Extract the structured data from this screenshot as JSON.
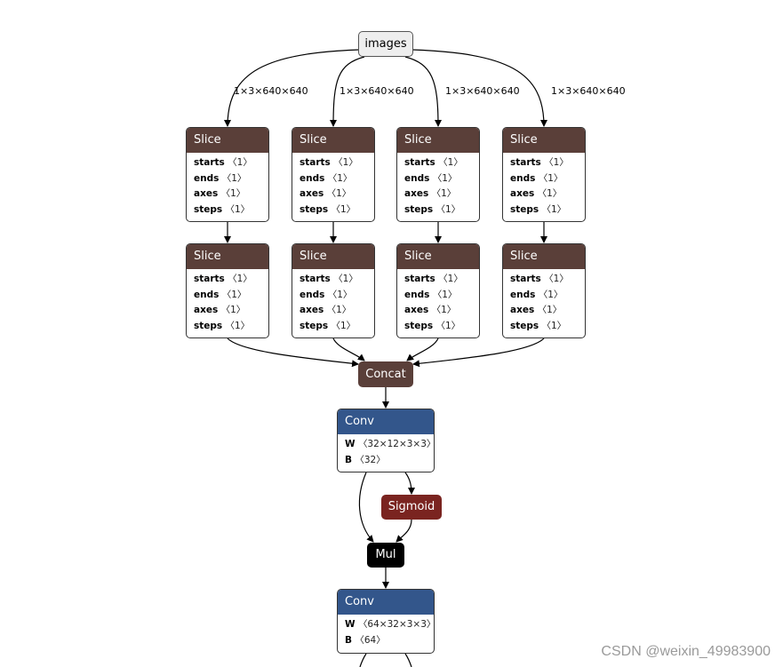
{
  "colors": {
    "slice_header": "#5a3f39",
    "concat": "#5a3f39",
    "conv_header": "#33568b",
    "sigmoid": "#7a2420",
    "mul": "#000000",
    "input_fill": "#eeeeee"
  },
  "input": {
    "label": "images"
  },
  "edge_labels": [
    "1×3×640×640",
    "1×3×640×640",
    "1×3×640×640",
    "1×3×640×640"
  ],
  "slices_row1": [
    {
      "title": "Slice",
      "attrs": [
        {
          "k": "starts",
          "v": "〈1〉"
        },
        {
          "k": "ends",
          "v": "〈1〉"
        },
        {
          "k": "axes",
          "v": "〈1〉"
        },
        {
          "k": "steps",
          "v": "〈1〉"
        }
      ]
    },
    {
      "title": "Slice",
      "attrs": [
        {
          "k": "starts",
          "v": "〈1〉"
        },
        {
          "k": "ends",
          "v": "〈1〉"
        },
        {
          "k": "axes",
          "v": "〈1〉"
        },
        {
          "k": "steps",
          "v": "〈1〉"
        }
      ]
    },
    {
      "title": "Slice",
      "attrs": [
        {
          "k": "starts",
          "v": "〈1〉"
        },
        {
          "k": "ends",
          "v": "〈1〉"
        },
        {
          "k": "axes",
          "v": "〈1〉"
        },
        {
          "k": "steps",
          "v": "〈1〉"
        }
      ]
    },
    {
      "title": "Slice",
      "attrs": [
        {
          "k": "starts",
          "v": "〈1〉"
        },
        {
          "k": "ends",
          "v": "〈1〉"
        },
        {
          "k": "axes",
          "v": "〈1〉"
        },
        {
          "k": "steps",
          "v": "〈1〉"
        }
      ]
    }
  ],
  "slices_row2": [
    {
      "title": "Slice",
      "attrs": [
        {
          "k": "starts",
          "v": "〈1〉"
        },
        {
          "k": "ends",
          "v": "〈1〉"
        },
        {
          "k": "axes",
          "v": "〈1〉"
        },
        {
          "k": "steps",
          "v": "〈1〉"
        }
      ]
    },
    {
      "title": "Slice",
      "attrs": [
        {
          "k": "starts",
          "v": "〈1〉"
        },
        {
          "k": "ends",
          "v": "〈1〉"
        },
        {
          "k": "axes",
          "v": "〈1〉"
        },
        {
          "k": "steps",
          "v": "〈1〉"
        }
      ]
    },
    {
      "title": "Slice",
      "attrs": [
        {
          "k": "starts",
          "v": "〈1〉"
        },
        {
          "k": "ends",
          "v": "〈1〉"
        },
        {
          "k": "axes",
          "v": "〈1〉"
        },
        {
          "k": "steps",
          "v": "〈1〉"
        }
      ]
    },
    {
      "title": "Slice",
      "attrs": [
        {
          "k": "starts",
          "v": "〈1〉"
        },
        {
          "k": "ends",
          "v": "〈1〉"
        },
        {
          "k": "axes",
          "v": "〈1〉"
        },
        {
          "k": "steps",
          "v": "〈1〉"
        }
      ]
    }
  ],
  "concat": {
    "label": "Concat"
  },
  "conv1": {
    "title": "Conv",
    "attrs": [
      {
        "k": "W",
        "v": "〈32×12×3×3〉"
      },
      {
        "k": "B",
        "v": "〈32〉"
      }
    ]
  },
  "sigmoid": {
    "label": "Sigmoid"
  },
  "mul": {
    "label": "Mul"
  },
  "conv2": {
    "title": "Conv",
    "attrs": [
      {
        "k": "W",
        "v": "〈64×32×3×3〉"
      },
      {
        "k": "B",
        "v": "〈64〉"
      }
    ]
  },
  "watermark": "CSDN @weixin_49983900"
}
